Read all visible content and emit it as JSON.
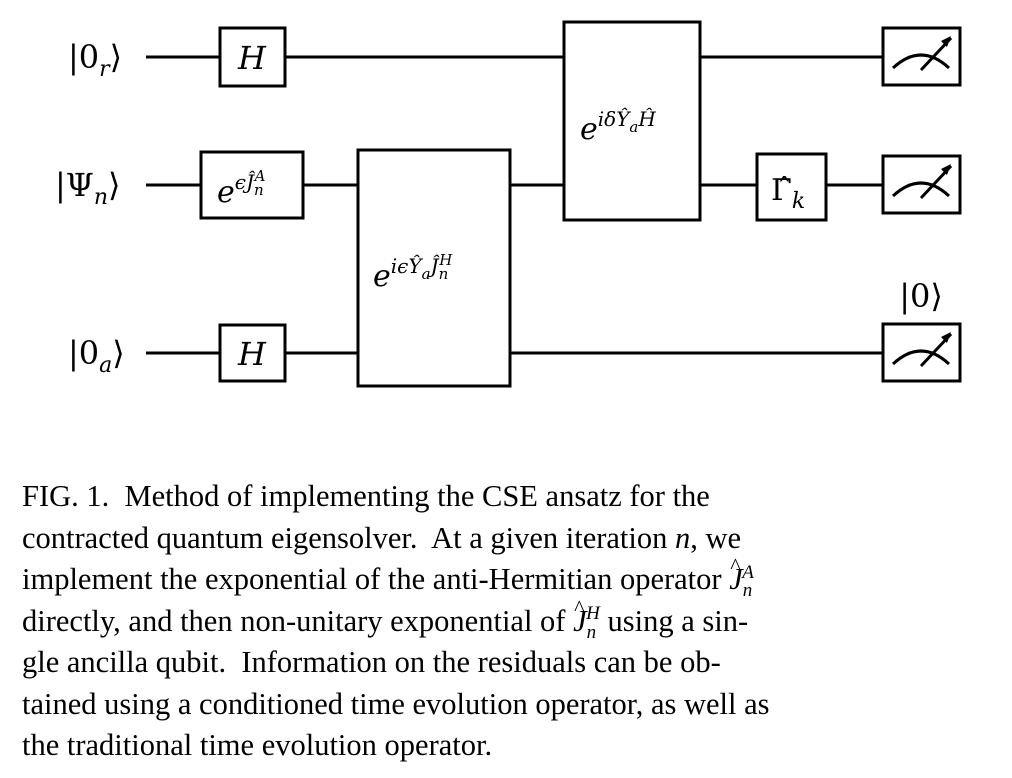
{
  "circuit": {
    "inputs": {
      "r": "|0r⟩",
      "psi": "|Ψn⟩",
      "a": "|0a⟩"
    },
    "gates": {
      "h_top": "H",
      "h_bottom": "H",
      "exp_ja": "eϵĴnA",
      "exp_jh": "eiϵŶaĴnH",
      "exp_h": "eiδŶaĤ",
      "gamma": "Γ̂k"
    },
    "postselect": "|0⟩",
    "meters": [
      "meter",
      "meter",
      "meter"
    ]
  },
  "caption": {
    "line1": "FIG. 1.  Method of implementing the CSE ansatz for the",
    "line2": "contracted quantum eigensolver. At a given iteration n, we",
    "line3": "implement the exponential of the anti-Hermitian operator ĴnA",
    "line4": "directly, and then non-unitary exponential of ĴnH using a sin-",
    "line5": "gle ancilla qubit. Information on the residuals can be ob-",
    "line6": "tained using a conditioned time evolution operator, as well as",
    "line7": "the traditional time evolution operator."
  }
}
